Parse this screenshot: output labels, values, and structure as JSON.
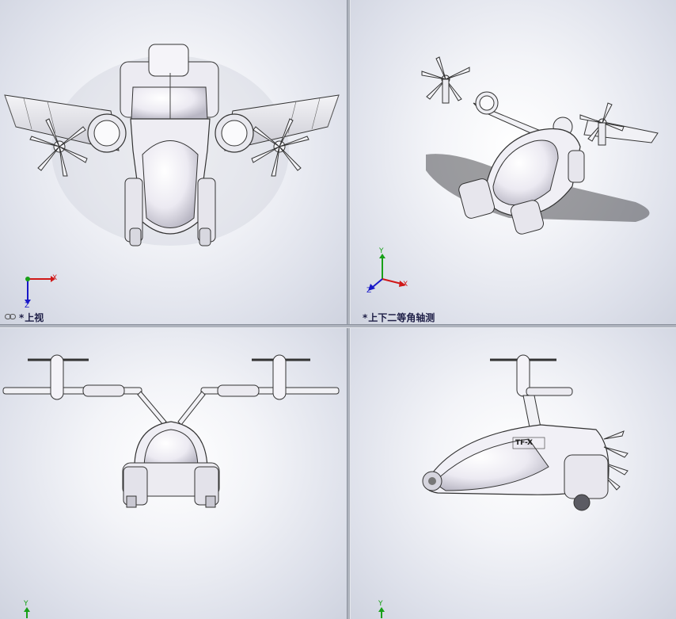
{
  "viewports": [
    {
      "id": "top",
      "label_prefix": "*",
      "label": "上视",
      "triad": {
        "x": "X",
        "y": "",
        "z": "Z"
      }
    },
    {
      "id": "iso",
      "label_prefix": "*",
      "label": "上下二等角轴测",
      "triad": {
        "x": "X",
        "y": "Y",
        "z": "Z"
      }
    },
    {
      "id": "front",
      "label_prefix": "",
      "label": "",
      "triad": {
        "y": "Y"
      }
    },
    {
      "id": "right",
      "label_prefix": "",
      "label": "",
      "triad": {
        "y": "Y"
      }
    }
  ],
  "model_text": {
    "side_badge": "TF-X"
  },
  "colors": {
    "viewport_bg": "#f3f4f8",
    "label": "#1e1e46",
    "axis_x": "#d01818",
    "axis_y": "#18a018",
    "axis_z": "#1818c8",
    "model_line": "#2a2a2a",
    "model_fill": "#f7f6fa"
  },
  "icons": {
    "link": "link-icon"
  }
}
